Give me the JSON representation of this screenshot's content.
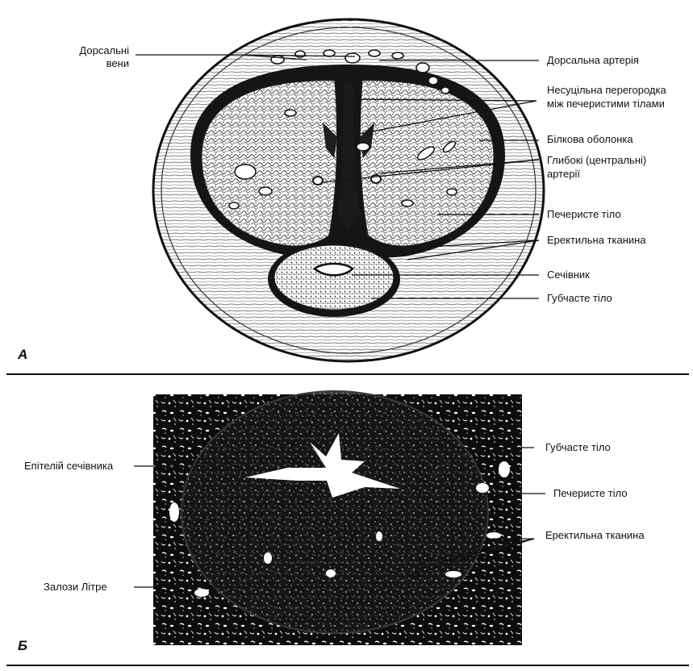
{
  "panel_a": {
    "letter": "A",
    "labels": {
      "dorsal_veins_1": "Дорсальні",
      "dorsal_veins_2": "вени",
      "dorsal_artery": "Дорсальна артерія",
      "septum_1": "Несуцільна перегородка",
      "septum_2": "між печеристими тілами",
      "tunica": "Білкова оболонка",
      "deep_arteries_1": "Глибокі (центральні)",
      "deep_arteries_2": "артерії",
      "cavernous_body": "Печеристе тіло",
      "erectile_tissue": "Еректильна тканина",
      "urethra": "Сечівник",
      "spongy_body": "Губчасте тіло"
    }
  },
  "panel_b": {
    "letter": "Б",
    "labels": {
      "urethral_epithelium": "Епітелій сечівника",
      "littre_glands": "Залози Літре",
      "spongy_body": "Губчасте тіло",
      "cavernous_body": "Печеристе тіло",
      "erectile_tissue": "Еректильна тканина"
    }
  },
  "colors": {
    "ink": "#111111",
    "paper": "#ffffff"
  }
}
